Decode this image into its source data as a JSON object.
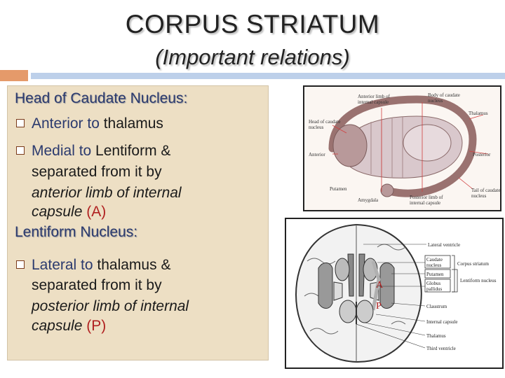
{
  "title": "CORPUS STRIATUM",
  "subtitle": "(Important relations)",
  "text": {
    "head_heading": "Head of Caudate Nucleus:",
    "b1_kw": "Anterior to",
    "b1_rest": " thalamus",
    "b2_kw": "Medial to",
    "b2_rest": " Lentiform &",
    "b2_l2": "separated from it by",
    "b2_l3": "anterior limb of internal",
    "b2_l4_italic": "capsule",
    "b2_l4_label": "(A)",
    "lent_heading": "Lentiform Nucleus:",
    "b3_kw": "Lateral to",
    "b3_rest": " thalamus &",
    "b3_l2": "separated from it by",
    "b3_l3": "posterior limb of internal",
    "b3_l4_italic": "capsule",
    "b3_l4_label": "(P)"
  },
  "diagram1": {
    "labels": {
      "anterior_limb": "Anterior limb of",
      "internal_capsule_1": "internal capsule",
      "body_caudate_1": "Body of caudate",
      "body_caudate_2": "nucleus",
      "thalamus": "Thalamus",
      "head_caudate_1": "Head of caudate",
      "head_caudate_2": "nucleus",
      "anterior": "Anterior",
      "posterior": "Posterior",
      "putamen": "Putamen",
      "amygdala": "Amygdala",
      "posterior_limb_1": "Posterior limb of",
      "posterior_limb_2": "internal capsule",
      "tail_caudate_1": "Tail of caudate",
      "tail_caudate_2": "nucleus"
    }
  },
  "diagram2": {
    "labels": {
      "lateral_ventricle": "Lateral ventricle",
      "caudate_nucleus_1": "Caudate",
      "caudate_nucleus_2": "nucleus",
      "putamen": "Putamen",
      "globus_1": "Globus",
      "globus_2": "pallidus",
      "corpus_striatum": "Corpus striatum",
      "lentiform_nucleus": "Lentiform nucleus",
      "claustrum": "Claustrum",
      "internal_capsule": "Internal capsule",
      "thalamus": "Thalamus",
      "third_ventricle": "Third ventricle",
      "marker_a": "A",
      "marker_p": "P"
    }
  }
}
